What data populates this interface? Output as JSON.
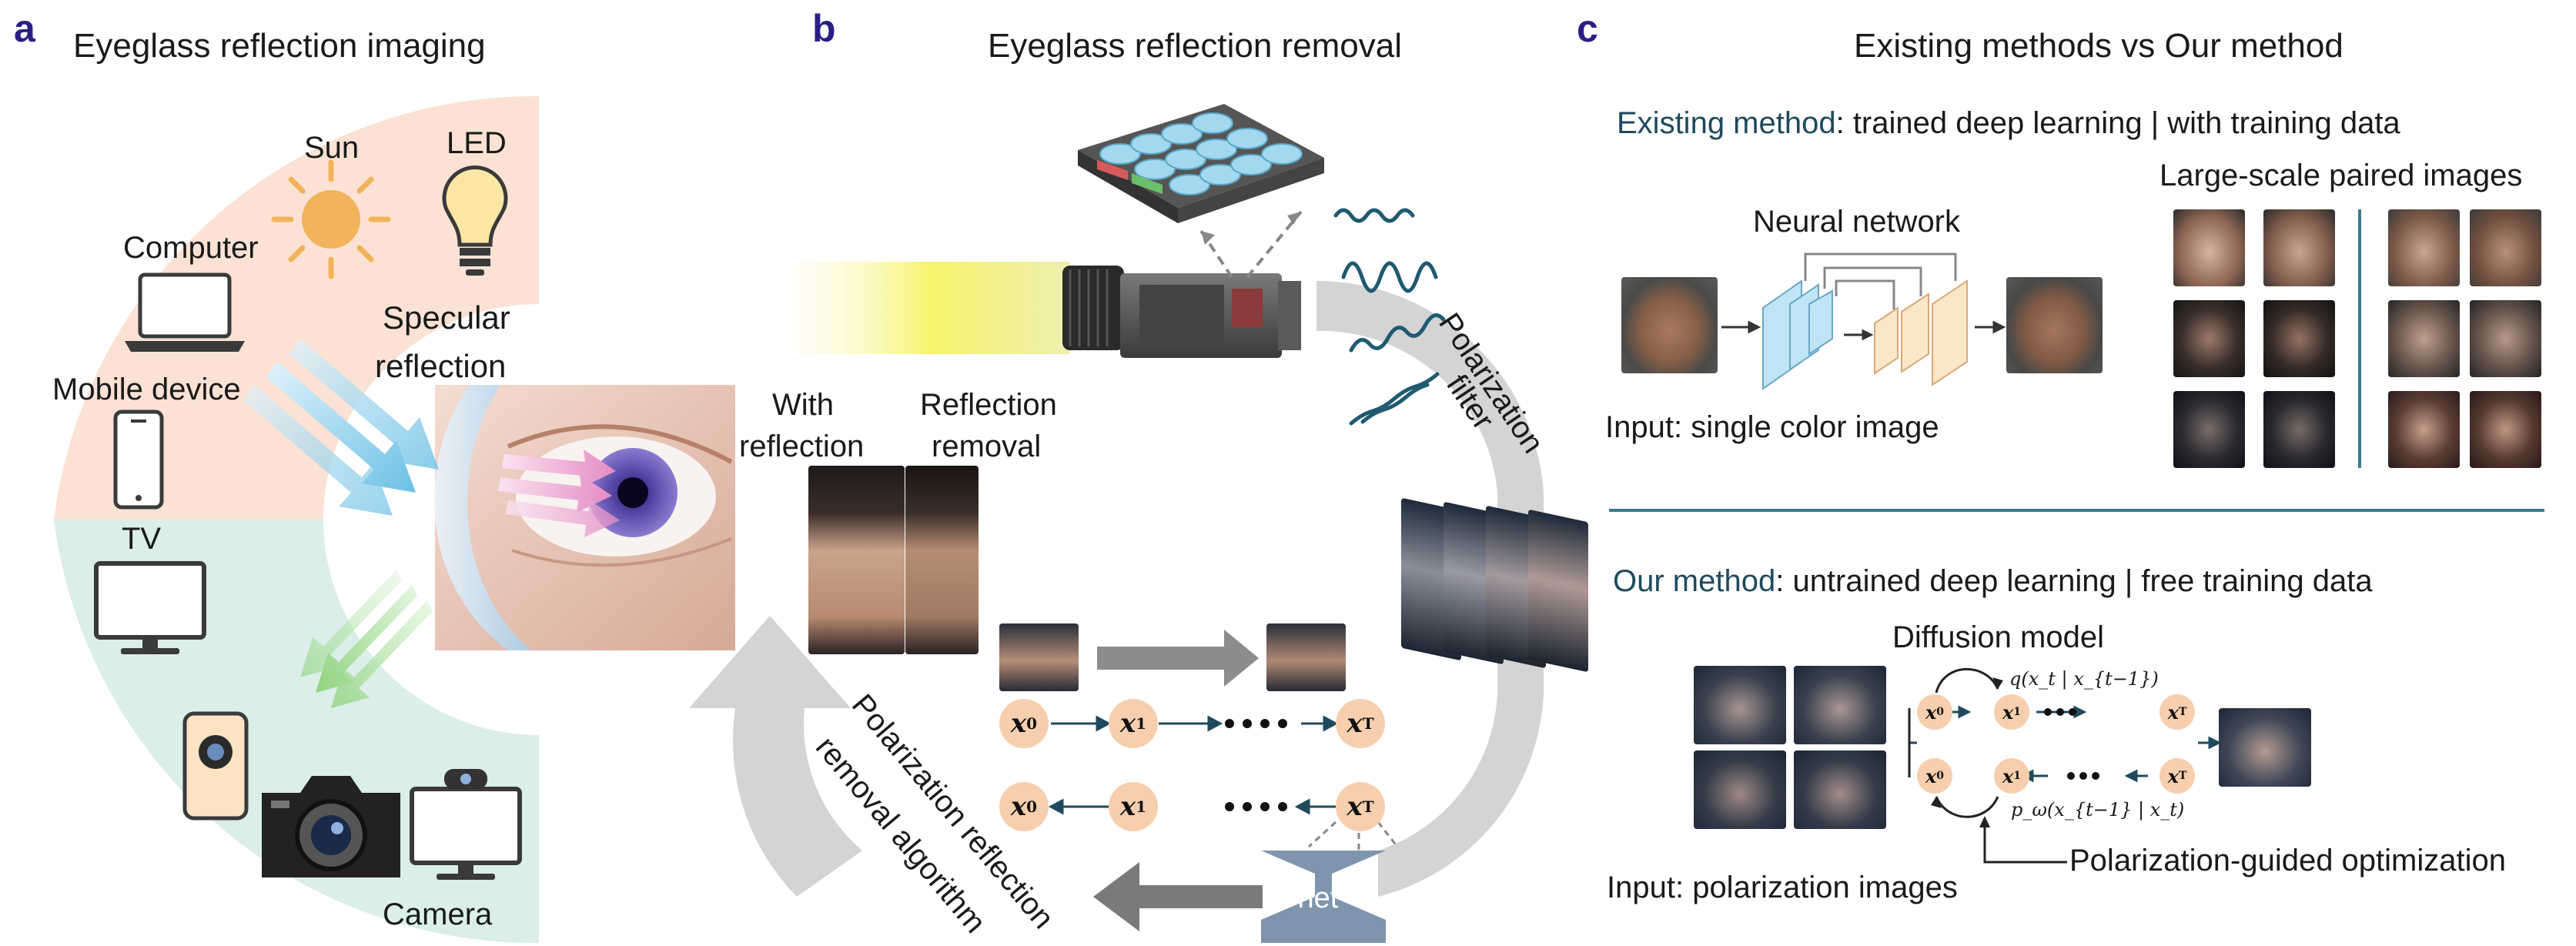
{
  "panels": {
    "a": {
      "letter": "a",
      "title": "Eyeglass reflection imaging"
    },
    "b": {
      "letter": "b",
      "title": "Eyeglass reflection removal"
    },
    "c": {
      "letter": "c",
      "title": "Existing methods vs Our method"
    }
  },
  "panel_a": {
    "sun": "Sun",
    "led": "LED",
    "computer": "Computer",
    "mobile": "Mobile device",
    "tv": "TV",
    "camera": "Camera",
    "specular_1": "Specular",
    "specular_2": "reflection"
  },
  "panel_b": {
    "with_1": "With",
    "with_2": "reflection",
    "removal_1": "Reflection",
    "removal_2": "removal",
    "filter_1": "Polarization",
    "filter_2": "filter",
    "algo_1": "Polarization reflection",
    "algo_2": "removal algorithm",
    "unet": "Unet",
    "node_x0": "x",
    "node_x0_sub": "0",
    "node_x1": "x",
    "node_x1_sub": "1",
    "node_xT": "x",
    "node_xT_sub": "T"
  },
  "panel_c": {
    "existing_prefix": "Existing method",
    "existing_rest": ": trained deep learning | with training data",
    "large_scale": "Large-scale paired images",
    "neural_network": "Neural network",
    "input_single": "Input: single color image",
    "our_prefix": "Our method",
    "our_rest": ": untrained deep learning | free training data",
    "diffusion_model": "Diffusion model",
    "q_label": "q(x_t | x_{t−1})",
    "p_label": "p_ω(x_{t−1} | x_t)",
    "guided": "Polarization-guided optimization",
    "input_pol": "Input: polarization images"
  },
  "colors": {
    "panel_letter": "#2b1f86",
    "arc_top": "#fbe2d4",
    "arc_bottom": "#dbeee8",
    "node": "#f7cfae",
    "teal_text": "#1f4a5e",
    "divider": "#3a7a90",
    "unet": "#7f95ad"
  }
}
